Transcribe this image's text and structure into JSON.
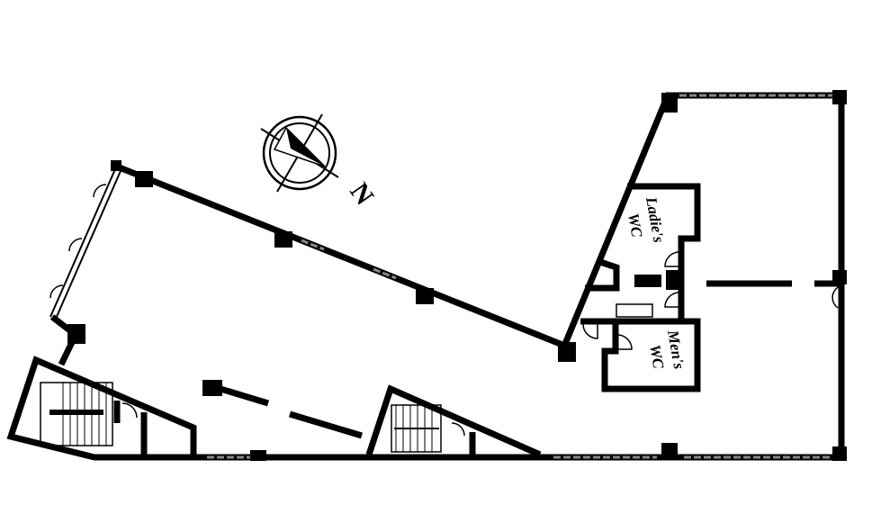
{
  "compass": {
    "north_label": "N"
  },
  "rooms": {
    "ladies_wc": {
      "line1": "Ladie's",
      "line2": "WC"
    },
    "mens_wc": {
      "line1": "Men's",
      "line2": "WC"
    }
  }
}
